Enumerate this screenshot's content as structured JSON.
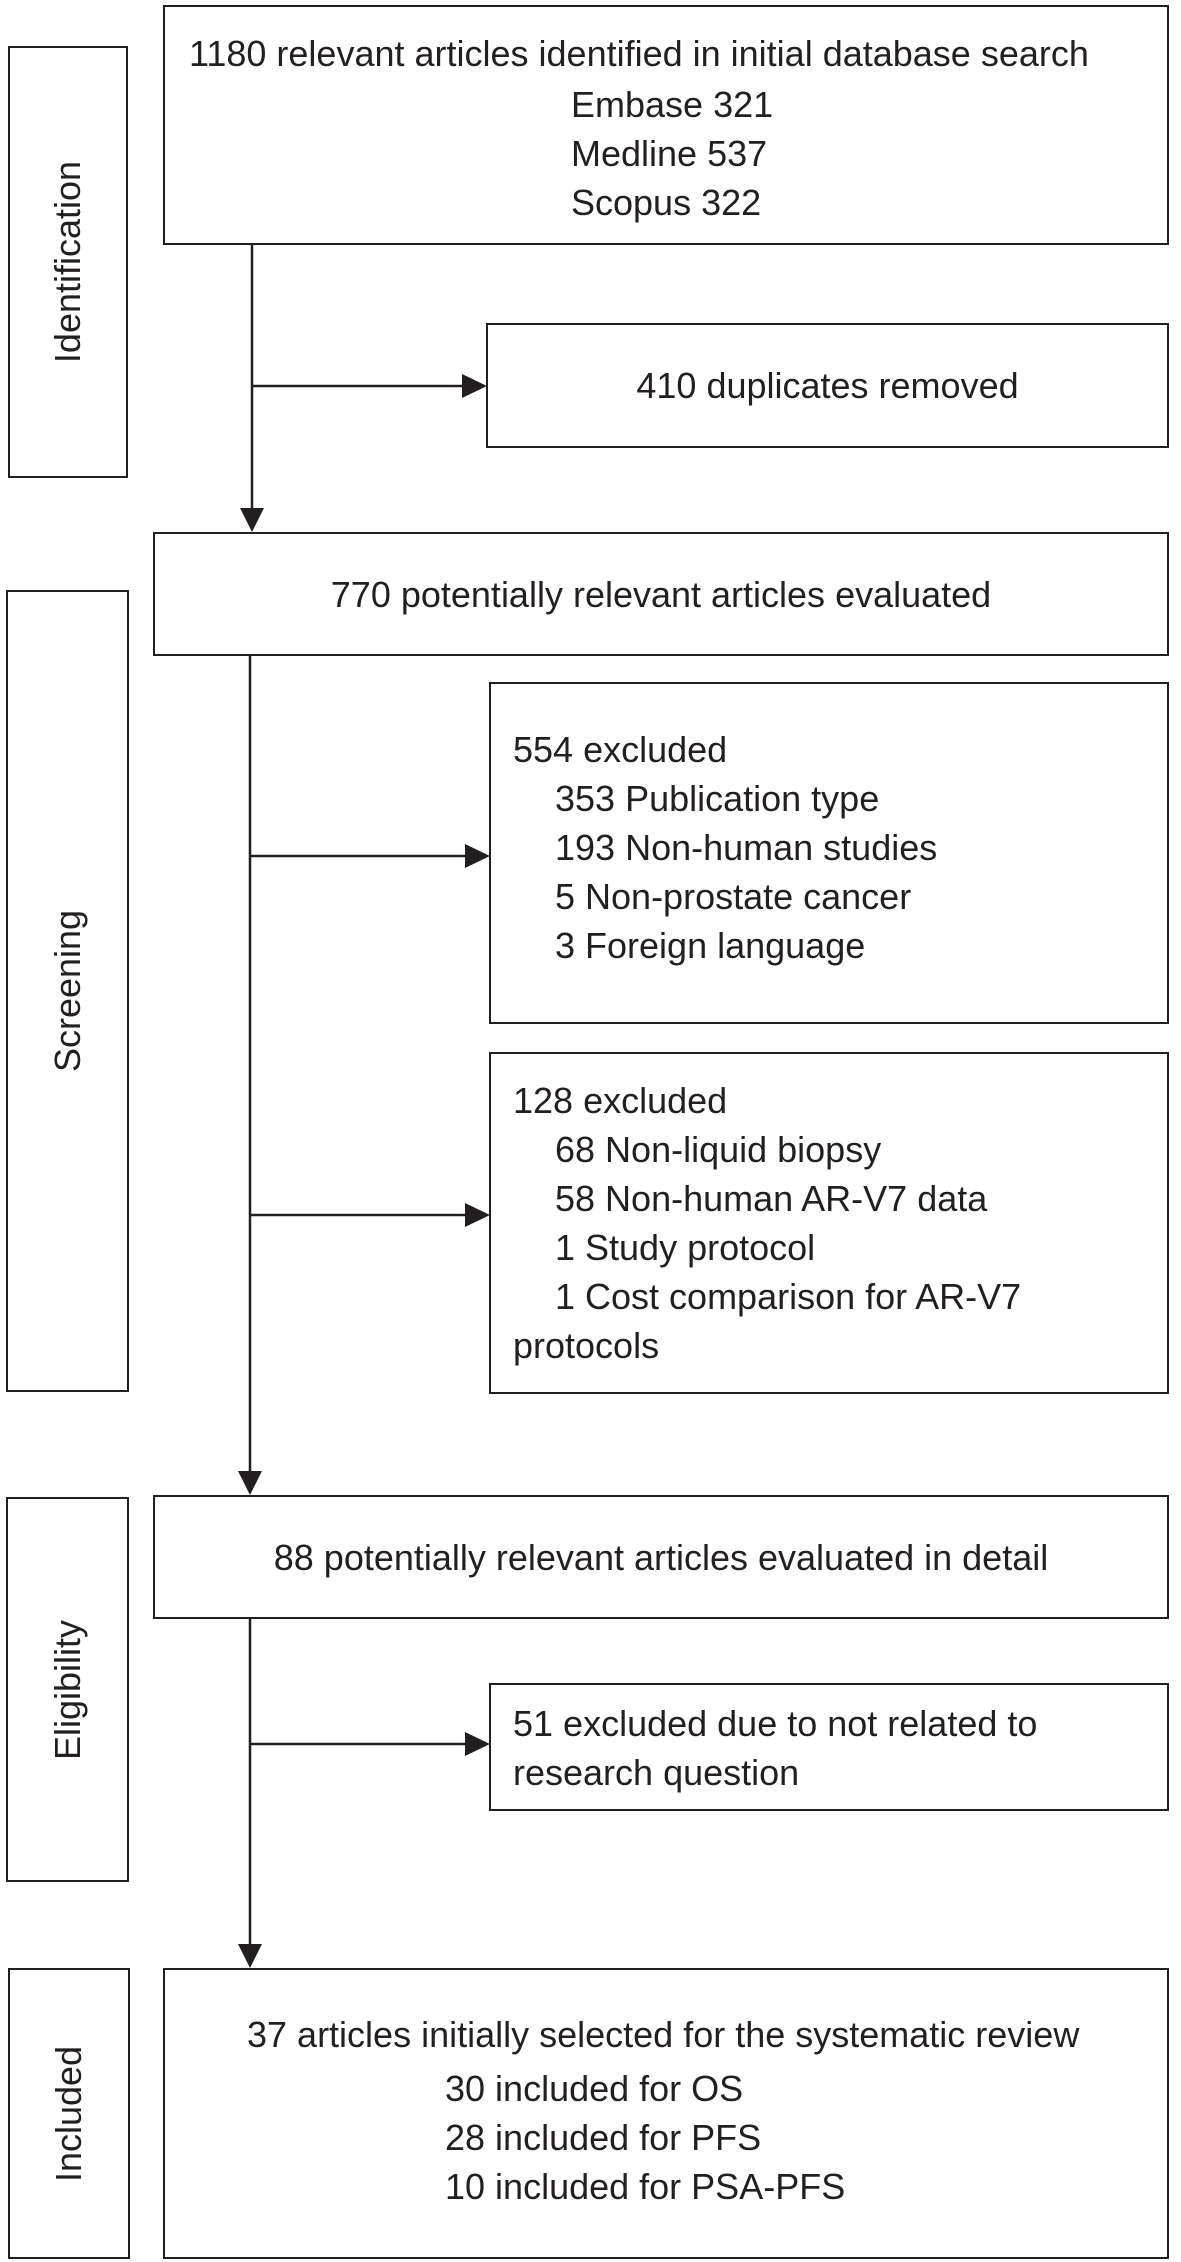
{
  "stages": {
    "identification": "Identification",
    "screening": "Screening",
    "eligibility": "Eligibility",
    "included": "Included"
  },
  "identified": {
    "main": "1180 relevant articles identified in initial database search",
    "items": [
      "Embase 321",
      "Medline 537",
      "Scopus 322"
    ]
  },
  "duplicates": {
    "text": "410 duplicates removed"
  },
  "screened": {
    "text": "770 potentially relevant articles evaluated"
  },
  "excluded_1": {
    "title": "554 excluded",
    "items": [
      "353 Publication type",
      "193 Non-human studies",
      "5 Non-prostate cancer",
      "3 Foreign language"
    ]
  },
  "excluded_2": {
    "title": "128 excluded",
    "items": [
      "68 Non-liquid biopsy",
      "58 Non-human AR-V7 data",
      "1 Study protocol",
      "1 Cost comparison for AR-V7"
    ],
    "wrap": "protocols"
  },
  "eligible": {
    "text": "88 potentially relevant articles evaluated in detail"
  },
  "excluded_3": {
    "line1": "51 excluded due to not related to",
    "line2": "research question"
  },
  "included": {
    "main": "37 articles initially selected for the systematic review",
    "items": [
      "30 included  for OS",
      "28 included for PFS",
      "10 included for PSA-PFS"
    ]
  }
}
